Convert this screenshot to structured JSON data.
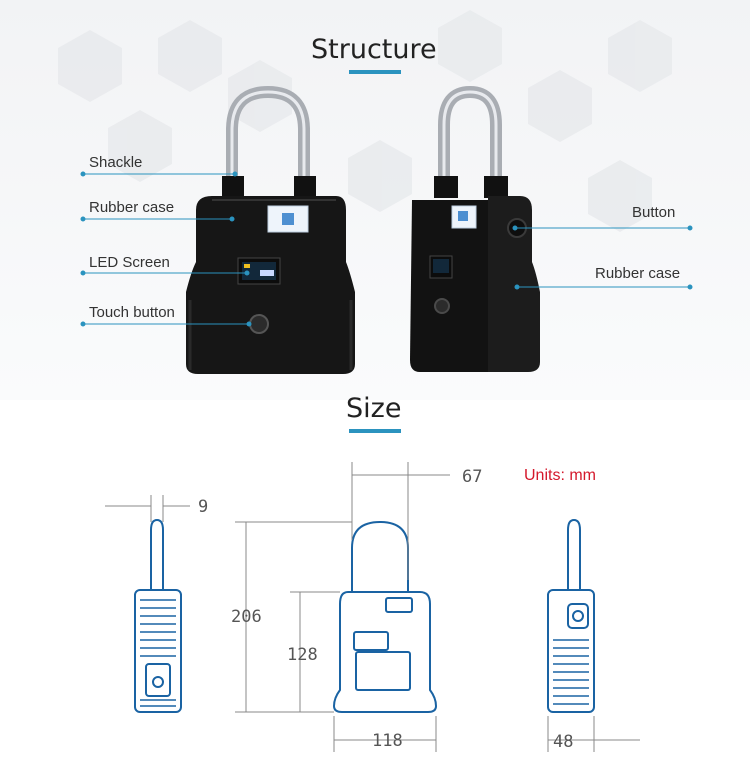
{
  "structure": {
    "title": "Structure",
    "callouts_left": [
      "Shackle",
      "Rubber case",
      "LED Screen",
      "Touch button"
    ],
    "callouts_right": [
      "Button",
      "Rubber case"
    ]
  },
  "size": {
    "title": "Size",
    "units": "Units: mm",
    "dimensions": {
      "side_thickness": "9",
      "shackle_width": "67",
      "total_height": "206",
      "body_height": "128",
      "body_width": "118",
      "depth": "48"
    }
  },
  "colors": {
    "accent": "#2b93bf",
    "drawing_blue": "#1a63a3",
    "units_red": "#d4182b",
    "lock_body": "#151515"
  }
}
